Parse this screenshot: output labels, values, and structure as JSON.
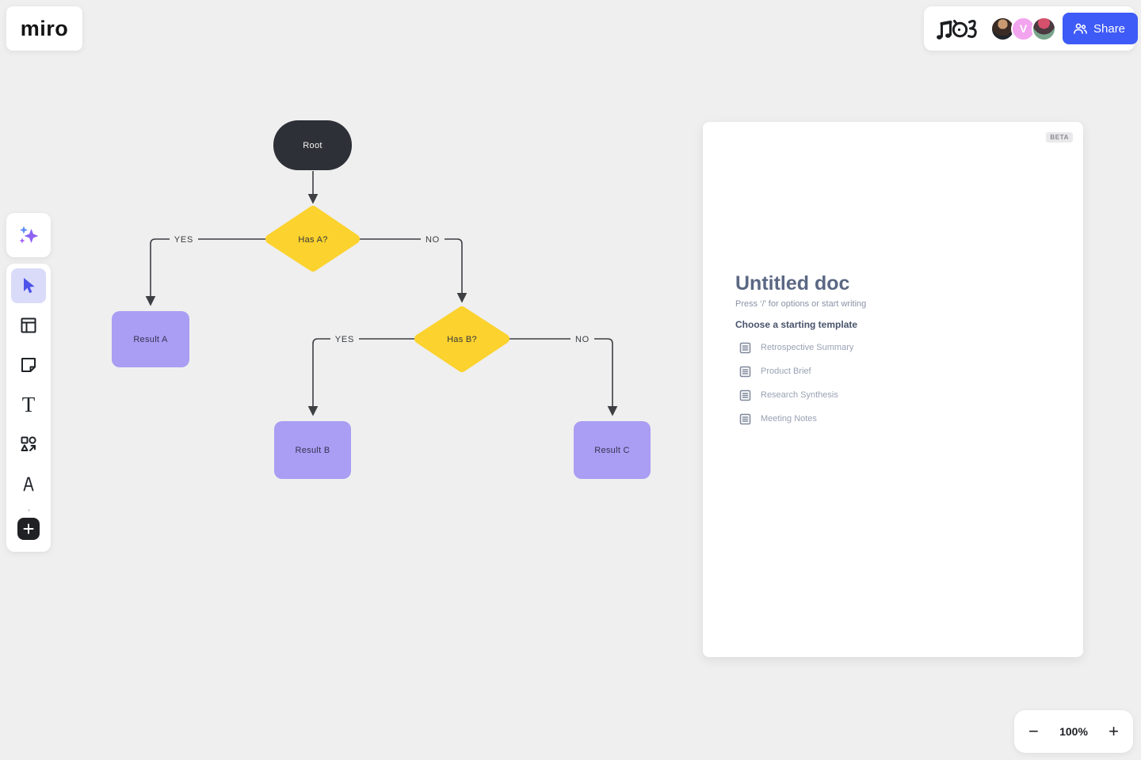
{
  "app": {
    "name": "miro"
  },
  "colors": {
    "canvas": "#EFEFEF",
    "node_dark": "#2D3036",
    "node_yellow": "#FBD22E",
    "node_purple": "#A99DF4",
    "accent_blue": "#3E5AF7",
    "connector": "#3D3F43",
    "selected_tool_bg": "#D9DBF9"
  },
  "topbar": {
    "share_label": "Share",
    "avatars": [
      {
        "label": ""
      },
      {
        "label": "V"
      },
      {
        "label": ""
      }
    ]
  },
  "toolbar": {
    "tools": [
      "ai-assistant",
      "select",
      "frames",
      "sticky-note",
      "text",
      "shapes",
      "pen",
      "add"
    ]
  },
  "flowchart": {
    "nodes": [
      {
        "id": "root",
        "label": "Root",
        "type": "terminator"
      },
      {
        "id": "hasA",
        "label": "Has A?",
        "type": "decision"
      },
      {
        "id": "resultA",
        "label": "Result A",
        "type": "process"
      },
      {
        "id": "hasB",
        "label": "Has B?",
        "type": "decision"
      },
      {
        "id": "resultB",
        "label": "Result B",
        "type": "process"
      },
      {
        "id": "resultC",
        "label": "Result C",
        "type": "process"
      }
    ],
    "edge_labels": [
      {
        "label": "YES"
      },
      {
        "label": "NO"
      },
      {
        "label": "YES"
      },
      {
        "label": "NO"
      }
    ]
  },
  "doc_panel": {
    "badge": "BETA",
    "title": "Untitled doc",
    "hint": "Press ‘/’ for options or start writing",
    "section_title": "Choose a starting template",
    "templates": [
      {
        "label": "Retrospective Summary"
      },
      {
        "label": "Product Brief"
      },
      {
        "label": "Research Synthesis"
      },
      {
        "label": "Meeting Notes"
      }
    ]
  },
  "zoom_control": {
    "zoom_out": "−",
    "zoom_level": "100%",
    "zoom_in": "+"
  }
}
